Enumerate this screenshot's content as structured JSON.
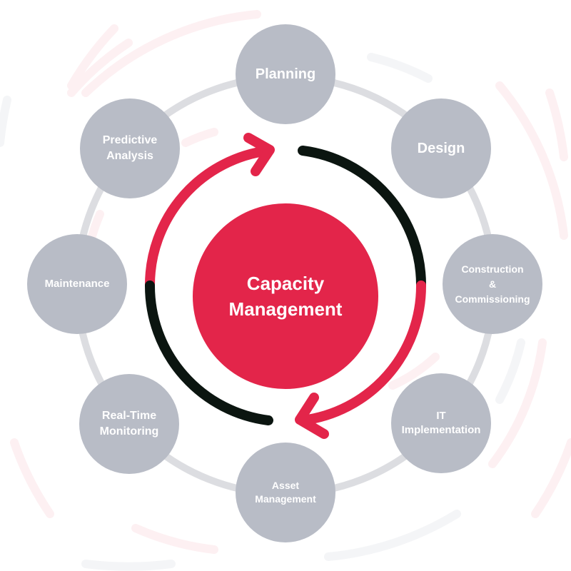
{
  "center": {
    "line1": "Capacity",
    "line2": "Management"
  },
  "stages": [
    {
      "id": "planning",
      "lines": [
        "Planning"
      ]
    },
    {
      "id": "design",
      "lines": [
        "Design"
      ]
    },
    {
      "id": "construction",
      "lines": [
        "Construction",
        "&",
        "Commissioning"
      ]
    },
    {
      "id": "it",
      "lines": [
        "IT",
        "Implementation"
      ]
    },
    {
      "id": "asset",
      "lines": [
        "Asset",
        "Management"
      ]
    },
    {
      "id": "monitoring",
      "lines": [
        "Real-Time",
        "Monitoring"
      ]
    },
    {
      "id": "maintenance",
      "lines": [
        "Maintenance"
      ]
    },
    {
      "id": "predictive",
      "lines": [
        "Predictive",
        "Analysis"
      ]
    }
  ],
  "colors": {
    "accent": "#e3254a",
    "dark": "#0b1510",
    "node": "#b8bcc6",
    "ring": "#dcdde1"
  }
}
